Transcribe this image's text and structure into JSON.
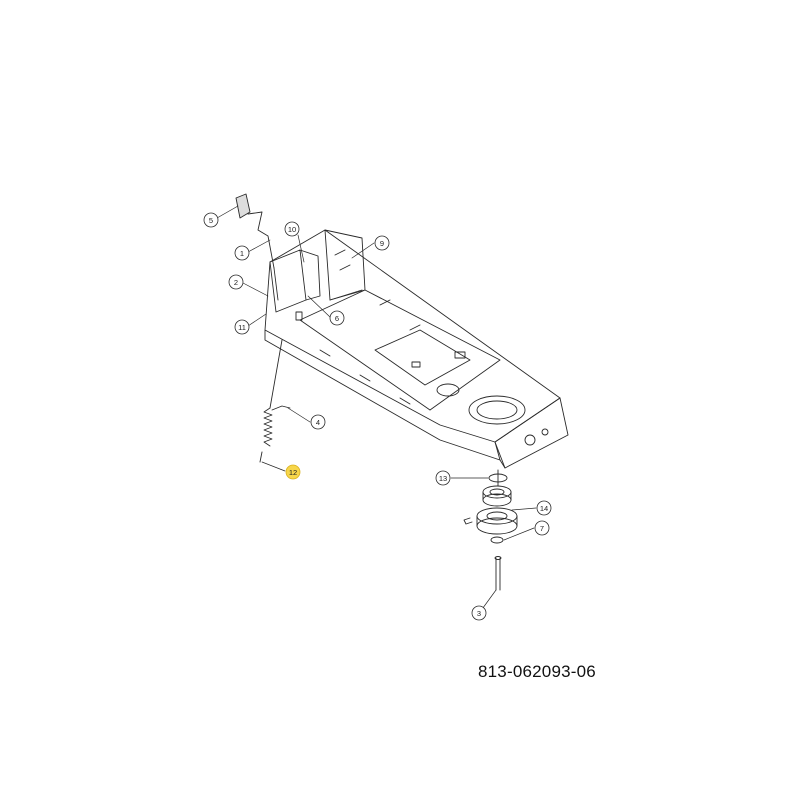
{
  "reference_number": "813-062093-06",
  "highlight_color": "#f7d64a",
  "line_color": "#2a2a2a",
  "callouts": [
    {
      "id": "5",
      "label": "5"
    },
    {
      "id": "10",
      "label": "10"
    },
    {
      "id": "1",
      "label": "1"
    },
    {
      "id": "9",
      "label": "9"
    },
    {
      "id": "2",
      "label": "2"
    },
    {
      "id": "6",
      "label": "6"
    },
    {
      "id": "11",
      "label": "11"
    },
    {
      "id": "4",
      "label": "4"
    },
    {
      "id": "12",
      "label": "12",
      "highlighted": true
    },
    {
      "id": "13",
      "label": "13"
    },
    {
      "id": "14",
      "label": "14"
    },
    {
      "id": "7",
      "label": "7"
    },
    {
      "id": "3",
      "label": "3"
    }
  ]
}
